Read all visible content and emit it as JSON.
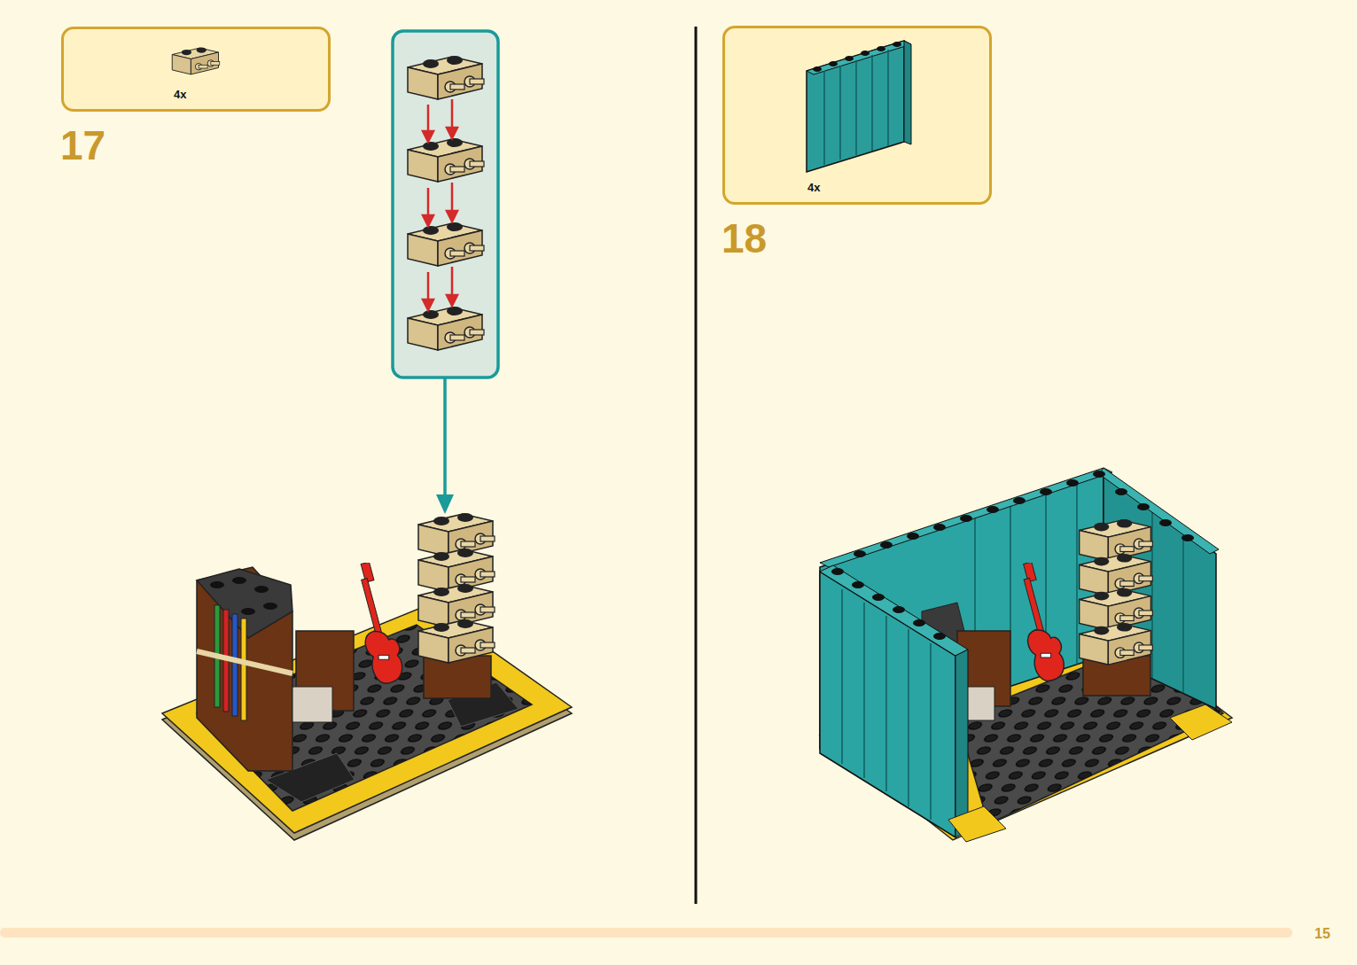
{
  "diagram": {
    "nodes": [
      {
        "text": [
          "4x"
        ]
      },
      {
        "text": [
          "4x"
        ]
      }
    ],
    "labels": [
      "17",
      "18",
      "15"
    ]
  }
}
